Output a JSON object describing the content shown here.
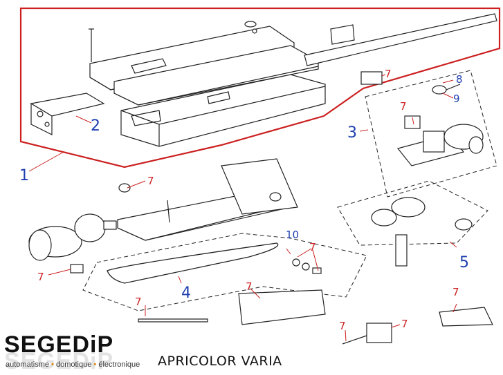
{
  "brand": {
    "name": "SEGEDiP",
    "tagline_parts": [
      "automatisme",
      "domotique",
      "électronique"
    ],
    "accent_color": "#e08a10"
  },
  "product_title": "APRICOLOR VARIA",
  "callouts": {
    "assembly_main": "1",
    "cover_plate": "2",
    "control_board": "3",
    "drive_chain": "4",
    "gear_set": "5",
    "item_8": "8",
    "item_9": "9",
    "item_10": "10",
    "spare": "7"
  },
  "colors": {
    "group_callout": "#1f3fb0",
    "spare_callout": "#cc2020",
    "highlight_outline": "#cc2020",
    "line_art": "#222222"
  }
}
